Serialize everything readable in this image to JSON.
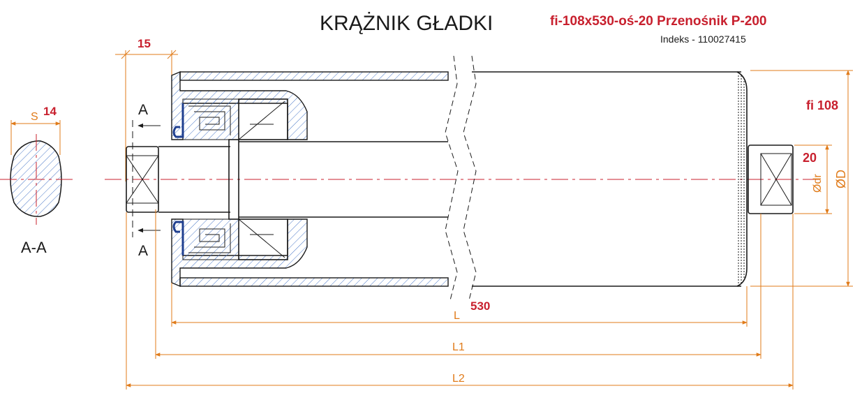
{
  "title": "KRĄŻNIK GŁADKI",
  "spec": "fi-108x530-oś-20  Przenośnik P-200",
  "index": "Indeks - 110027415",
  "section_label": "A-A",
  "section_marker": "A",
  "dims": {
    "s_label": "S",
    "s_value": "14",
    "offset_value": "15",
    "diameter_value": "fi 108",
    "diameter_label": "ØD",
    "shaft_value": "20",
    "shaft_label": "Ødr",
    "length_value": "530",
    "length_label": "L",
    "l1_label": "L1",
    "l2_label": "L2"
  },
  "colors": {
    "text_red": "#c8202e",
    "dimension_orange": "#e07b1a",
    "hatch_blue": "#4a78c8",
    "seal_blue": "#1f3f8f",
    "outline": "#1a1a1a"
  }
}
